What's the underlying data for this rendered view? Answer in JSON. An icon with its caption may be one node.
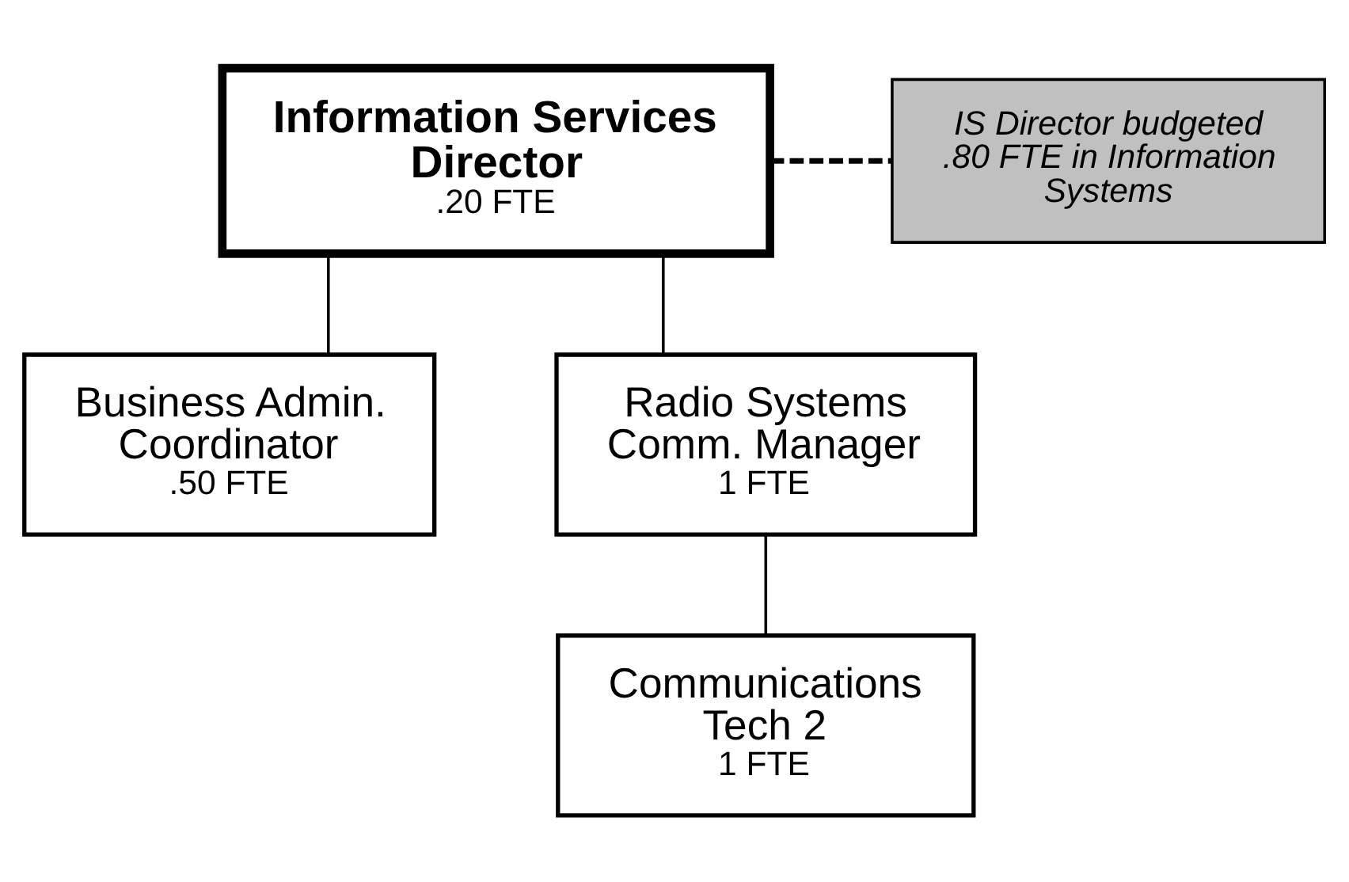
{
  "diagram": {
    "nodes": [
      {
        "text": [
          "Information Services Director",
          ".20 FTE"
        ]
      },
      {
        "text": [
          "IS Director budgeted .80 FTE in Information Systems"
        ]
      },
      {
        "text": [
          "Business Admin. Coordinator",
          ".50 FTE"
        ]
      },
      {
        "text": [
          "Radio Systems Comm. Manager",
          "1 FTE"
        ]
      },
      {
        "text": [
          "Communications Tech 2",
          "1 FTE"
        ]
      }
    ],
    "edges": [
      {
        "from": 0,
        "to": 1,
        "arrow": "none",
        "style": "dashed"
      },
      {
        "from": 0,
        "to": 2,
        "arrow": "none"
      },
      {
        "from": 0,
        "to": 3,
        "arrow": "none"
      },
      {
        "from": 3,
        "to": 4,
        "arrow": "none"
      }
    ]
  }
}
